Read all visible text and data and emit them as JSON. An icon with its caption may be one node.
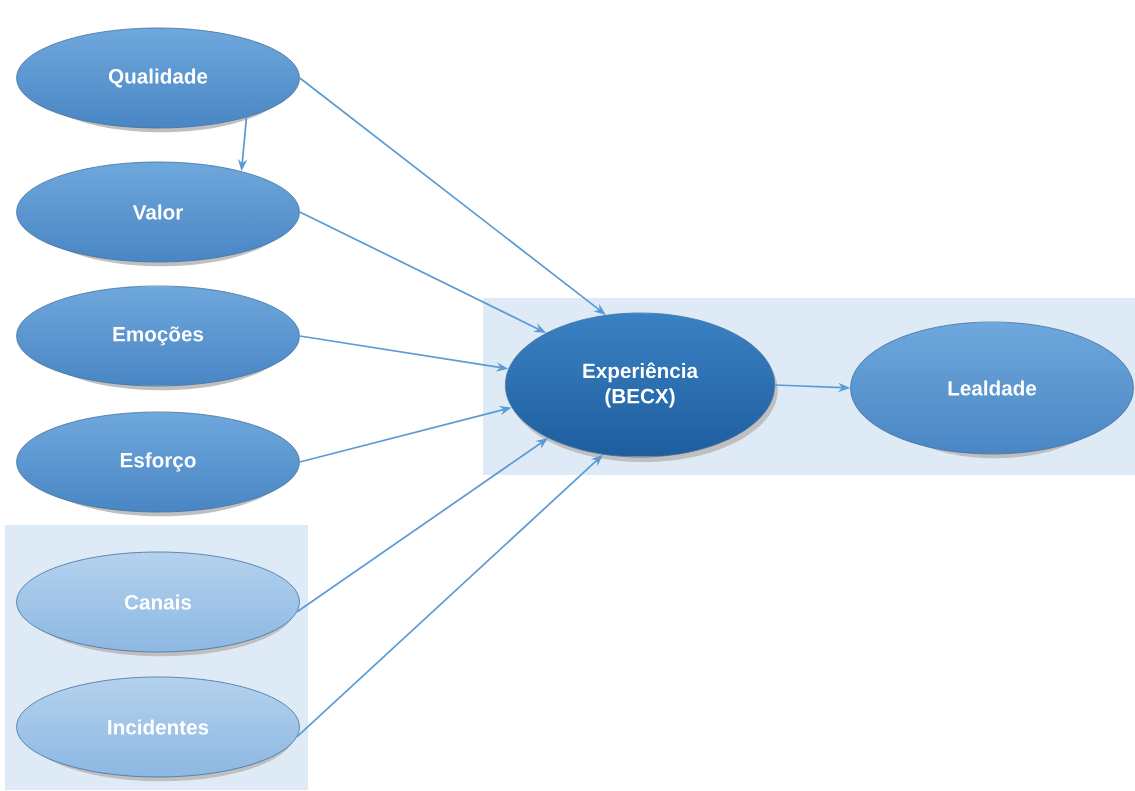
{
  "diagram": {
    "nodes": [
      {
        "text": [
          "Qualidade"
        ]
      },
      {
        "text": [
          "Valor"
        ]
      },
      {
        "text": [
          "Emoções"
        ]
      },
      {
        "text": [
          "Esforço"
        ]
      },
      {
        "text": [
          "Canais"
        ]
      },
      {
        "text": [
          "Incidentes"
        ]
      },
      {
        "text": [
          "Experiência (BECX)"
        ]
      },
      {
        "text": [
          "Lealdade"
        ]
      }
    ],
    "edges": [
      {
        "from": 0,
        "to": 1,
        "arrow": "to"
      },
      {
        "from": 0,
        "to": 6,
        "arrow": "to"
      },
      {
        "from": 1,
        "to": 6,
        "arrow": "to"
      },
      {
        "from": 2,
        "to": 6,
        "arrow": "to"
      },
      {
        "from": 3,
        "to": 6,
        "arrow": "to"
      },
      {
        "from": 4,
        "to": 6,
        "arrow": "to"
      },
      {
        "from": 5,
        "to": 6,
        "arrow": "to"
      },
      {
        "from": 6,
        "to": 7,
        "arrow": "to"
      }
    ]
  }
}
